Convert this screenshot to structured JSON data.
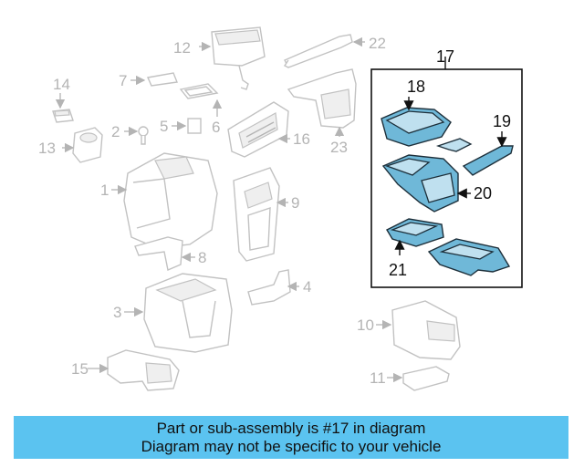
{
  "callouts": {
    "c1": "1",
    "c2": "2",
    "c3": "3",
    "c4": "4",
    "c5": "5",
    "c6": "6",
    "c7": "7",
    "c8": "8",
    "c9": "9",
    "c10": "10",
    "c11": "11",
    "c12": "12",
    "c13": "13",
    "c14": "14",
    "c15": "15",
    "c16": "16",
    "c17": "17",
    "c18": "18",
    "c19": "19",
    "c20": "20",
    "c21": "21",
    "c22": "22",
    "c23": "23"
  },
  "colors": {
    "highlight_part": "#6fb8d8",
    "banner_background": "#5bc3f0",
    "grey_linework": "#c2c2c2"
  },
  "banner": {
    "line1": "Part or sub-assembly is #17 in diagram",
    "line2": "Diagram may not be specific to your vehicle"
  }
}
